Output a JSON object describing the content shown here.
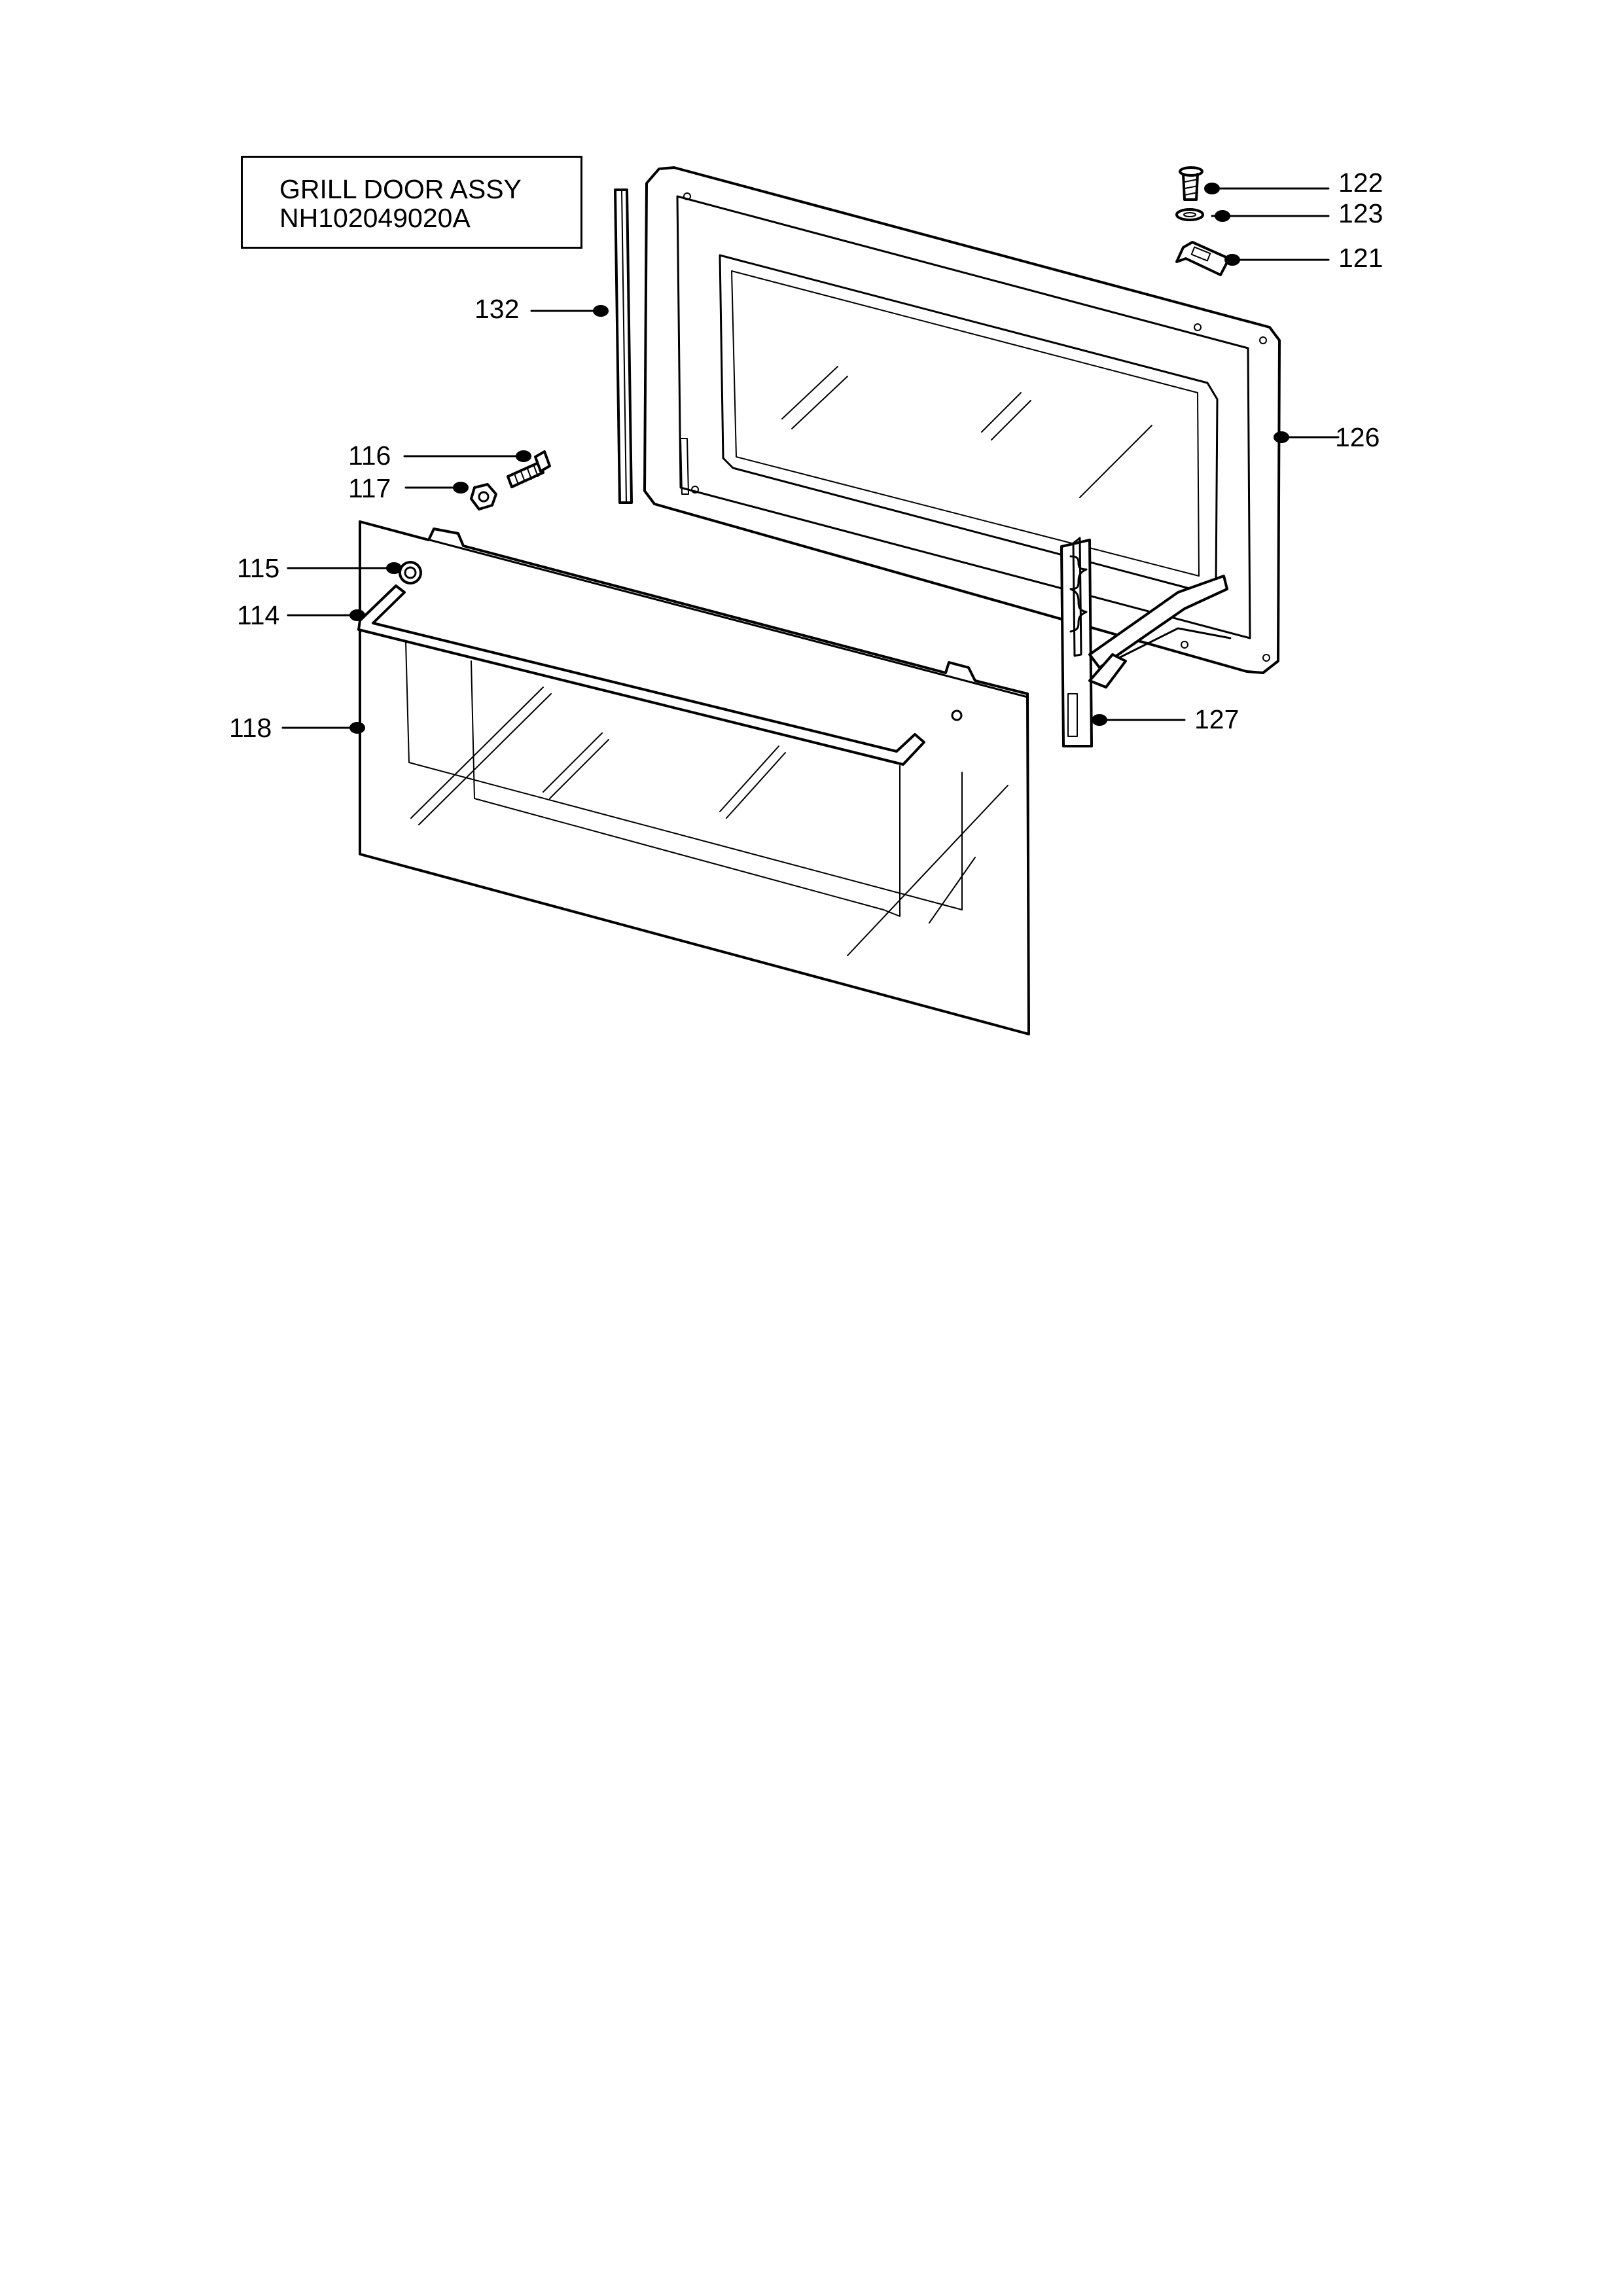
{
  "title": {
    "line1": "GRILL DOOR ASSY",
    "line2": "NH102049020A"
  },
  "callouts": [
    {
      "id": "c122",
      "label": "122",
      "part": "screw"
    },
    {
      "id": "c123",
      "label": "123",
      "part": "washer"
    },
    {
      "id": "c121",
      "label": "121",
      "part": "clip"
    },
    {
      "id": "c132",
      "label": "132",
      "part": "gasket-strip"
    },
    {
      "id": "c126",
      "label": "126",
      "part": "inner-door-frame"
    },
    {
      "id": "c116",
      "label": "116",
      "part": "bolt"
    },
    {
      "id": "c117",
      "label": "117",
      "part": "nut"
    },
    {
      "id": "c115",
      "label": "115",
      "part": "spacer"
    },
    {
      "id": "c114",
      "label": "114",
      "part": "handle"
    },
    {
      "id": "c118",
      "label": "118",
      "part": "outer-door-glass"
    },
    {
      "id": "c127",
      "label": "127",
      "part": "hinge"
    }
  ]
}
